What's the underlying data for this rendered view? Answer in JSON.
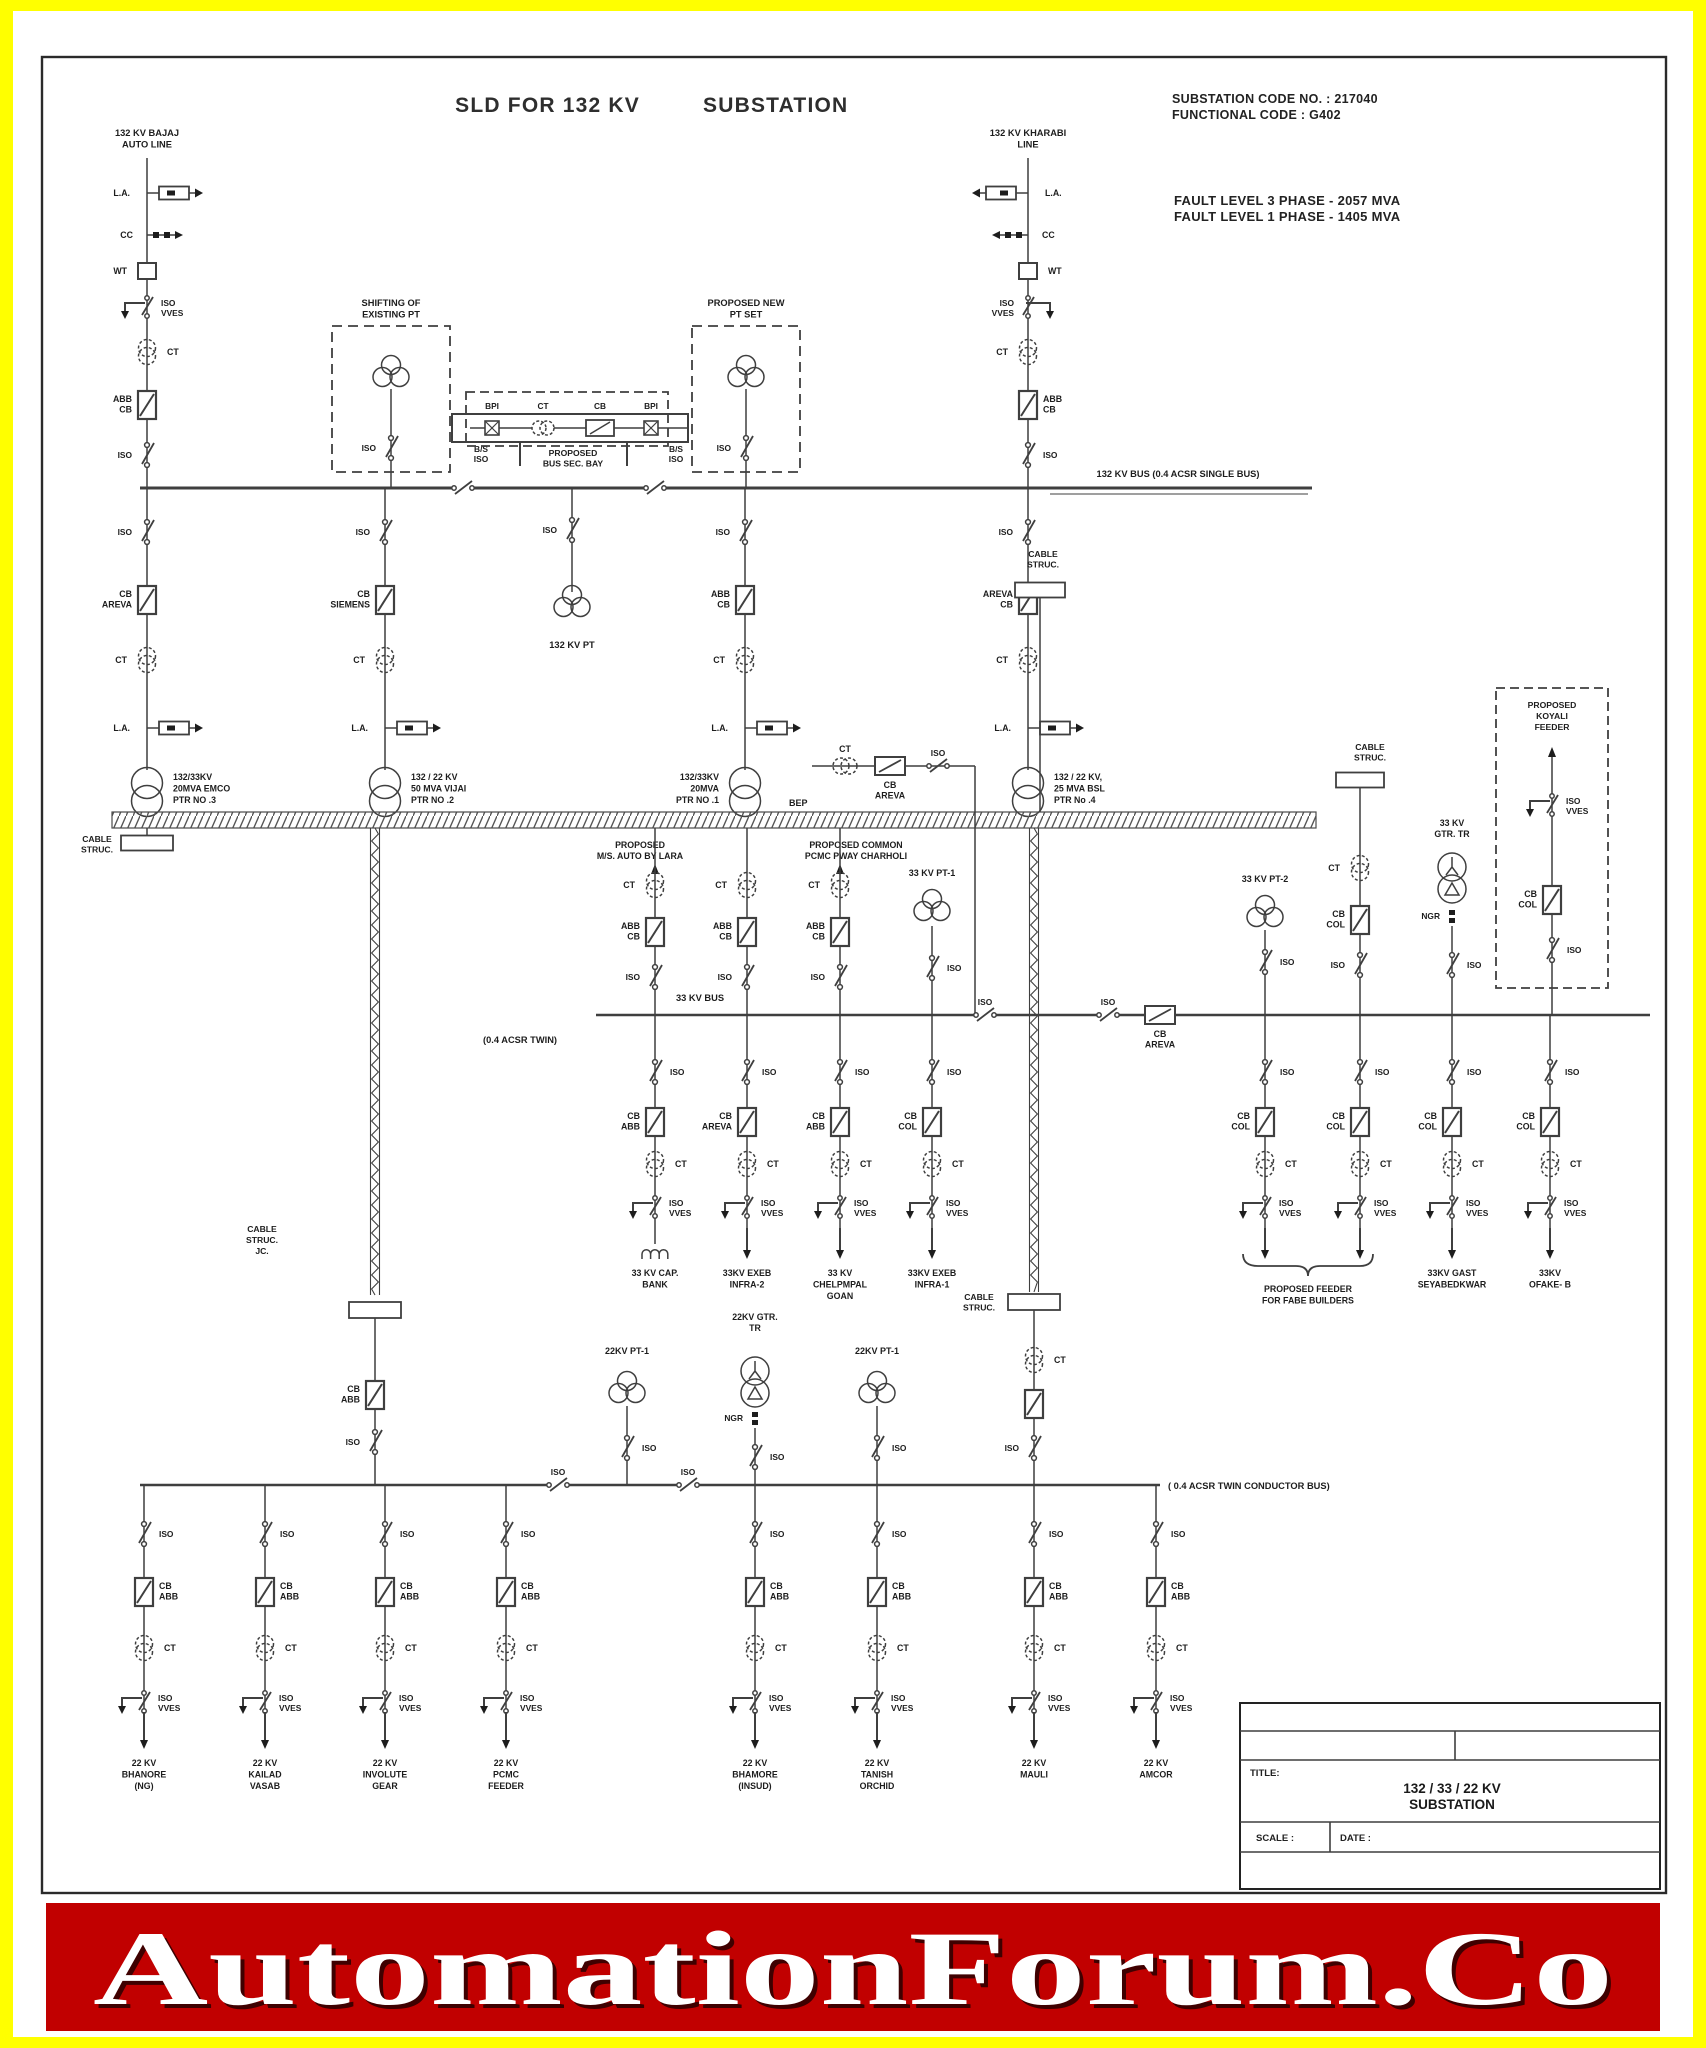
{
  "colors": {
    "frame": "#ffff00",
    "paper": "#ffffff",
    "ink": "#1d1d1d",
    "banner_bg": "#c10000",
    "banner_text": "#ffffff",
    "banner_shadow": "#3f0000"
  },
  "title": {
    "part1": "SLD FOR 132 KV",
    "part2": "SUBSTATION"
  },
  "header": {
    "code_line1": "SUBSTATION CODE NO. : 217040",
    "code_line2": "FUNCTIONAL CODE : G402",
    "fault_line1": "FAULT LEVEL 3 PHASE - 2057 MVA",
    "fault_line2": "FAULT LEVEL 1 PHASE - 1405 MVA"
  },
  "sym": {
    "iso": "ISO",
    "ct": "CT",
    "la": "L.A.",
    "cc": "CC",
    "wt": "WT",
    "vves": [
      "ISO",
      "VVES"
    ],
    "ngr": "NGR",
    "bpi": "BPI",
    "cb": "CB"
  },
  "buses": {
    "kv132": "132 KV BUS (0.4 ACSR SINGLE BUS)",
    "kv33": "33 KV BUS",
    "kv33_sub": "(0.4 ACSR TWIN)",
    "kv22_sub": "( 0.4 ACSR TWIN CONDUCTOR BUS)"
  },
  "incomers": [
    {
      "label": [
        "132 KV BAJAJ",
        "AUTO LINE"
      ],
      "cb": [
        "ABB",
        "CB"
      ]
    },
    {
      "label": [
        "132 KV KHARABI",
        "LINE"
      ],
      "cb": [
        "ABB",
        "CB"
      ]
    }
  ],
  "boxes": {
    "shift_pt": [
      "SHIFTING OF",
      "EXISTING PT"
    ],
    "new_pt": [
      "PROPOSED NEW",
      "PT SET"
    ],
    "bus_sec": [
      "PROPOSED",
      "BUS SEC. BAY"
    ],
    "bs_iso": [
      "B/S",
      "ISO"
    ],
    "koyali": [
      "PROPOSED",
      "KOYALI",
      "FEEDER"
    ]
  },
  "pts": {
    "pt132": "132 KV PT",
    "pt33_1": "33 KV PT-1",
    "pt33_2": "33 KV PT-2",
    "gtr33": [
      "33 KV",
      "GTR. TR"
    ],
    "pt22_1": "22KV PT-1",
    "pt22_2": "22KV PT-1",
    "gtr22": [
      "22KV GTR.",
      "TR"
    ]
  },
  "transformers": [
    {
      "cb": [
        "CB",
        "AREVA"
      ],
      "name": [
        "132/33KV",
        "20MVA EMCO",
        "PTR NO .3"
      ]
    },
    {
      "cb": [
        "CB",
        "SIEMENS"
      ],
      "name": [
        "132 / 22 KV",
        "50 MVA VIJAI",
        "PTR NO .2"
      ]
    },
    {
      "cb": [
        "ABB",
        "CB"
      ],
      "name": [
        "132/33KV",
        "20MVA",
        "PTR NO .1"
      ],
      "tag": "BEP"
    },
    {
      "cb": [
        "AREVA",
        "CB"
      ],
      "name": [
        "132 / 22 KV,",
        "25 MVA BSL",
        "PTR No .4"
      ]
    }
  ],
  "notes": {
    "cable_struc": [
      "CABLE",
      "STRUC."
    ],
    "cable_struc_jc": [
      "CABLE",
      "STRUC.",
      "JC."
    ],
    "auto": [
      "PROPOSED",
      "M/S. AUTO BY LARA"
    ],
    "pcmc": [
      "PROPOSED COMMON",
      "PCMC PWAY CHARHOLI"
    ]
  },
  "tie33": {
    "cb": [
      "CB",
      "AREVA"
    ]
  },
  "bus33_cb": [
    "CB",
    "AREVA"
  ],
  "col33_cb": [
    "CB",
    "COL"
  ],
  "koyali_cb": [
    "CB",
    "COL"
  ],
  "feeders_33_up_cb": [
    [
      "ABB",
      "CB"
    ],
    [
      "ABB",
      "CB"
    ],
    [
      "ABB",
      "CB"
    ]
  ],
  "feeders_33_left": [
    {
      "cb": [
        "CB",
        "ABB"
      ],
      "name": [
        "33 KV CAP.",
        "BANK"
      ],
      "cap": true
    },
    {
      "cb": [
        "CB",
        "AREVA"
      ],
      "name": [
        "33KV EXEB",
        "INFRA-2"
      ]
    },
    {
      "cb": [
        "CB",
        "ABB"
      ],
      "name": [
        "33 KV",
        "CHELPMPAL",
        "GOAN"
      ]
    },
    {
      "cb": [
        "CB",
        "COL"
      ],
      "name": [
        "33KV EXEB",
        "INFRA-1"
      ]
    }
  ],
  "feeders_33_right": [
    {
      "cb": [
        "CB",
        "COL"
      ]
    },
    {
      "cb": [
        "CB",
        "COL"
      ]
    },
    {
      "cb": [
        "CB",
        "COL"
      ],
      "name": [
        "33KV GAST",
        "SEYABEDKWAR"
      ]
    },
    {
      "cb": [
        "CB",
        "COL"
      ],
      "name": [
        "33KV",
        "OFAKE- B"
      ]
    }
  ],
  "brace_label": [
    "PROPOSED FEEDER",
    "FOR FABE BUILDERS"
  ],
  "cable_feeders_22": {
    "left_cb": [
      "CB",
      "ABB"
    ]
  },
  "feeders_22": [
    {
      "cb": [
        "CB",
        "ABB"
      ],
      "name": [
        "22 KV",
        "BHANORE",
        "(NG)"
      ]
    },
    {
      "cb": [
        "CB",
        "ABB"
      ],
      "name": [
        "22 KV",
        "KAILAD",
        "VASAB"
      ]
    },
    {
      "cb": [
        "CB",
        "ABB"
      ],
      "name": [
        "22 KV",
        "INVOLUTE",
        "GEAR"
      ]
    },
    {
      "cb": [
        "CB",
        "ABB"
      ],
      "name": [
        "22 KV",
        "PCMC",
        "FEEDER"
      ]
    },
    {
      "cb": [
        "CB",
        "ABB"
      ],
      "name": [
        "22 KV",
        "BHAMORE",
        "(INSUD)"
      ]
    },
    {
      "cb": [
        "CB",
        "ABB"
      ],
      "name": [
        "22 KV",
        "TANISH",
        "ORCHID"
      ]
    },
    {
      "cb": [
        "CB",
        "ABB"
      ],
      "name": [
        "22 KV",
        "MAULI"
      ]
    },
    {
      "cb": [
        "CB",
        "ABB"
      ],
      "name": [
        "22 KV",
        "AMCOR"
      ]
    }
  ],
  "title_block": {
    "title_label": "TITLE:",
    "line1": "132 / 33 / 22 KV",
    "line2": "SUBSTATION",
    "scale": "SCALE :",
    "date": "DATE :"
  },
  "banner": {
    "text": "AutomationForum.Co"
  }
}
